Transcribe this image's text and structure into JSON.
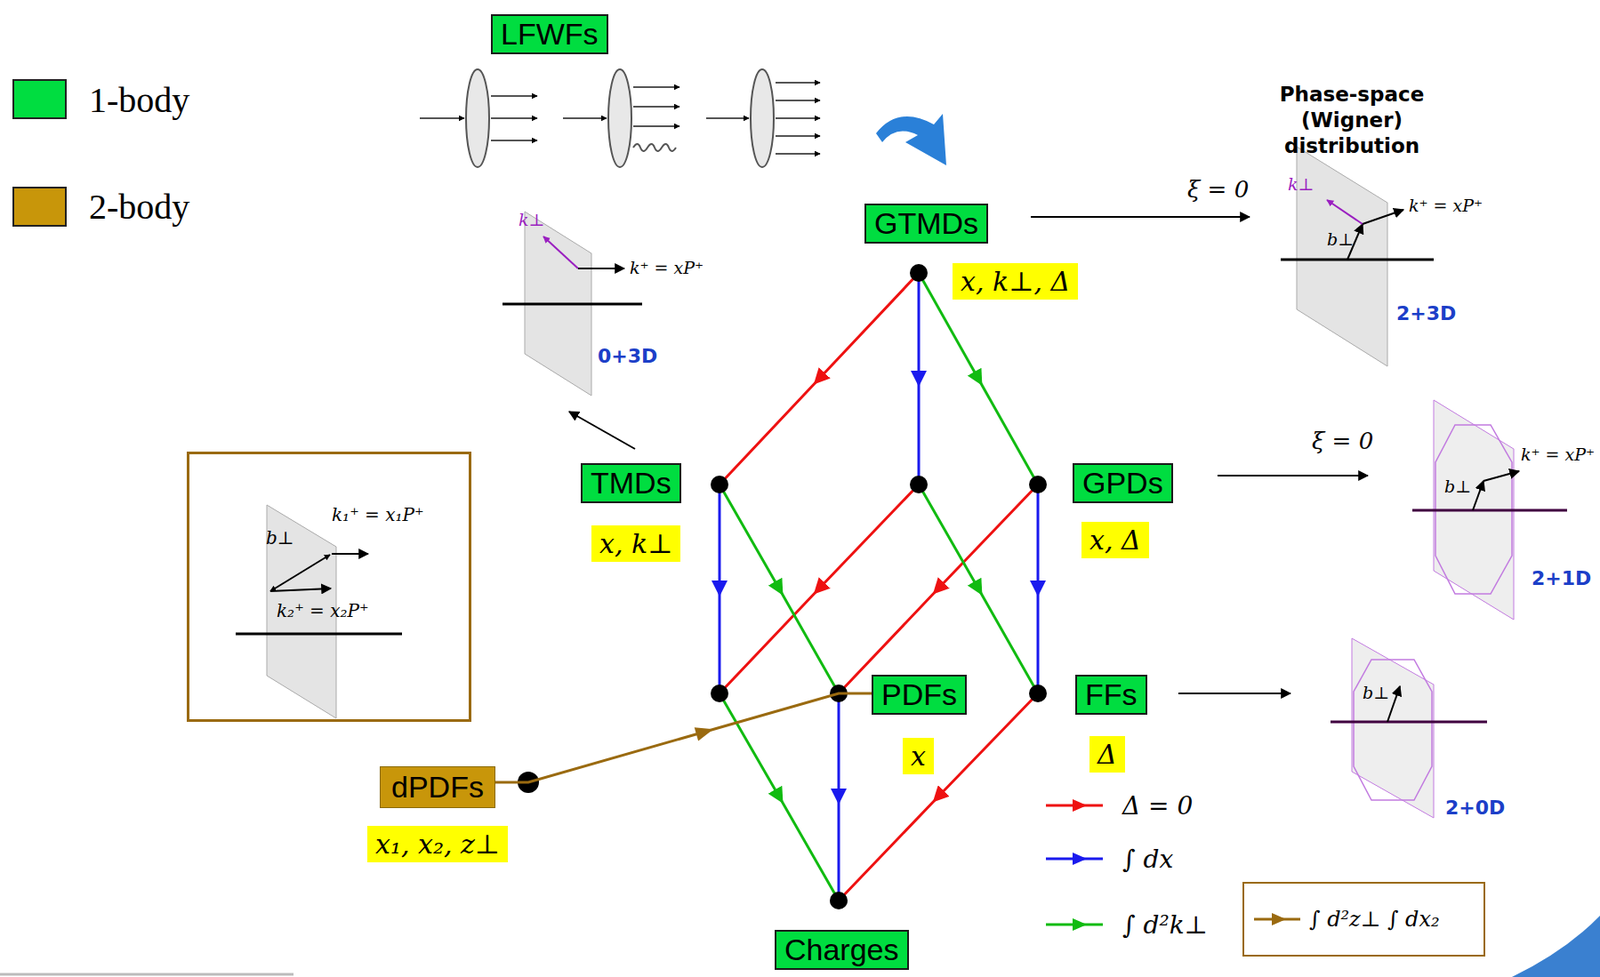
{
  "diagram": {
    "nodes": [
      {
        "text": [
          "LFWFs"
        ]
      },
      {
        "text": [
          "GTMDs"
        ]
      },
      {
        "text": [
          "TMDs"
        ]
      },
      {
        "text": [
          "GPDs"
        ]
      },
      {
        "text": [
          "k₁⁺ = x₁P⁺",
          "b⊥",
          "k₂⁺ = x₂P⁺"
        ]
      },
      {
        "text": [
          "PDFs"
        ]
      },
      {
        "text": [
          "FFs"
        ]
      },
      {
        "text": [
          "dPDFs"
        ]
      },
      {
        "text": [
          "Charges"
        ]
      }
    ],
    "edges": [
      {
        "from": 7,
        "to": 5,
        "arrow": "to"
      }
    ],
    "labels": [
      "Phase-space (Wigner) distribution",
      "ξ = 0",
      "k⊥",
      "k⁺ = xP⁺",
      "b⊥",
      "2+3D",
      "k⊥",
      "k⁺ = xP⁺",
      "0+3D",
      "x, k⊥, Δ",
      "x, k⊥",
      "x, Δ",
      "ξ = 0",
      "k⁺ = xP⁺",
      "b⊥",
      "2+1D",
      "x",
      "Δ",
      "b⊥",
      "2+0D",
      "x₁, x₂, z⊥"
    ],
    "legend": [
      {
        "text": "1-body",
        "color": "#00dd40"
      },
      {
        "text": "2-body",
        "color": "#c8960a"
      },
      {
        "text": "Δ = 0"
      },
      {
        "text": "∫ dx"
      },
      {
        "text": "∫ d²k⊥"
      },
      {
        "text": "∫ d²z⊥ ∫ dx₂"
      }
    ]
  }
}
